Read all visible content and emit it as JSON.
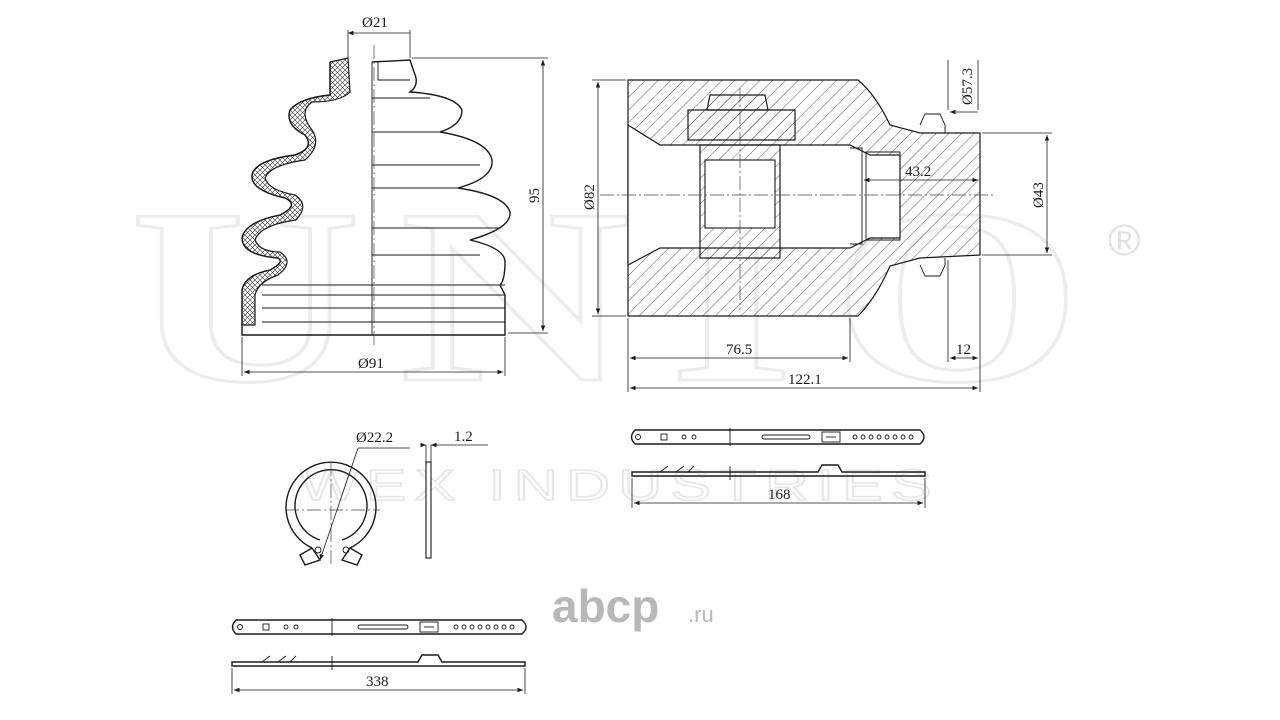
{
  "watermark": {
    "main": "UNIO",
    "sub": "WEX INDUSTRIES",
    "registered": "®"
  },
  "brand": {
    "name": "abcp",
    "tld": ".ru",
    "color": "#b8b8b8"
  },
  "boot_dims": {
    "top_diameter": "Ø21",
    "height": "95",
    "bottom_diameter": "Ø91"
  },
  "joint_dims": {
    "outer_diameter": "Ø82",
    "flange_diameter": "Ø57.3",
    "bore_depth": "43.2",
    "shaft_diameter": "Ø43",
    "body_length": "76.5",
    "total_length": "122.1",
    "shaft_length": "12"
  },
  "circlip_dims": {
    "diameter": "Ø22.2",
    "thickness": "1.2"
  },
  "clamp_dims": {
    "small_clamp_length": "168",
    "large_clamp_length": "338"
  }
}
